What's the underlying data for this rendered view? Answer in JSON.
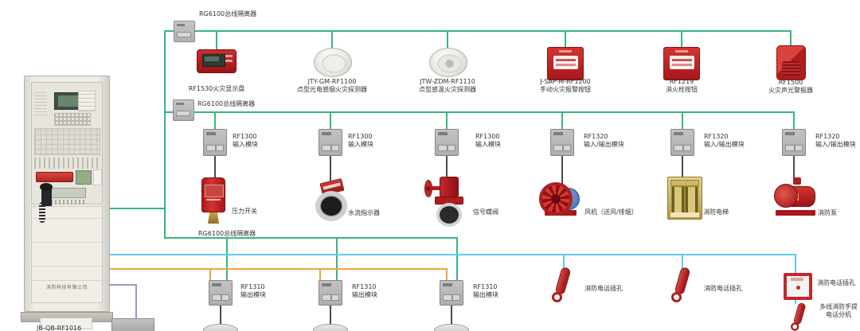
{
  "diagram": {
    "title_hint": "fire-alarm-system-wiring-diagram",
    "isolator_label": "RG6100总线隔离器",
    "panel": {
      "company": "消防科技有限公司",
      "model": "JB-QB-RF1016"
    },
    "detectors": [
      {
        "name": "RF1530火灾显示盘"
      },
      {
        "model": "JTY-GM-RF1100",
        "name": "点型光电感烟火灾探测器"
      },
      {
        "model": "JTW-ZDM-RF1110",
        "name": "点型感温火灾探测器"
      },
      {
        "model": "J-SAP-M-RF1200",
        "name": "手动火灾报警按钮"
      },
      {
        "model": "RF1219",
        "name": "消火栓按钮"
      },
      {
        "model": "RF1500",
        "name": "火灾声光警报器"
      }
    ],
    "io_modules": [
      {
        "model": "RF1300",
        "name": "输入模块",
        "device": "压力开关"
      },
      {
        "model": "RF1300",
        "name": "输入模块",
        "device": "水流指示器"
      },
      {
        "model": "RF1300",
        "name": "输入模块",
        "device": "信号蝶阀"
      },
      {
        "model": "RF1320",
        "name": "输入/输出模块",
        "device": "风机（送风/排烟）"
      },
      {
        "model": "RF1320",
        "name": "输入/输出模块",
        "device": "消防电梯"
      },
      {
        "model": "RF1320",
        "name": "输入/输出模块",
        "device": "消防泵"
      }
    ],
    "output_modules": [
      {
        "model": "RF1310",
        "name": "输出模块"
      },
      {
        "model": "RF1310",
        "name": "输出模块"
      },
      {
        "model": "RF1310",
        "name": "输出模块"
      }
    ],
    "telephones": {
      "jack1": "消防电话插孔",
      "jack2": "消防电话插孔",
      "jack3": "消防电话插孔",
      "extension_line1": "多线消防手提",
      "extension_line2": "电话分机"
    },
    "colors": {
      "loop_bus_green": "#35b87c",
      "telephone_cyan": "#5fc9e9",
      "broadcast_orange": "#f2a63c",
      "aux_purple": "#a98fc9",
      "device_wire_dark": "#4a4a4a",
      "device_red": "#c0262c",
      "module_grey": "#b5b5b5"
    }
  }
}
